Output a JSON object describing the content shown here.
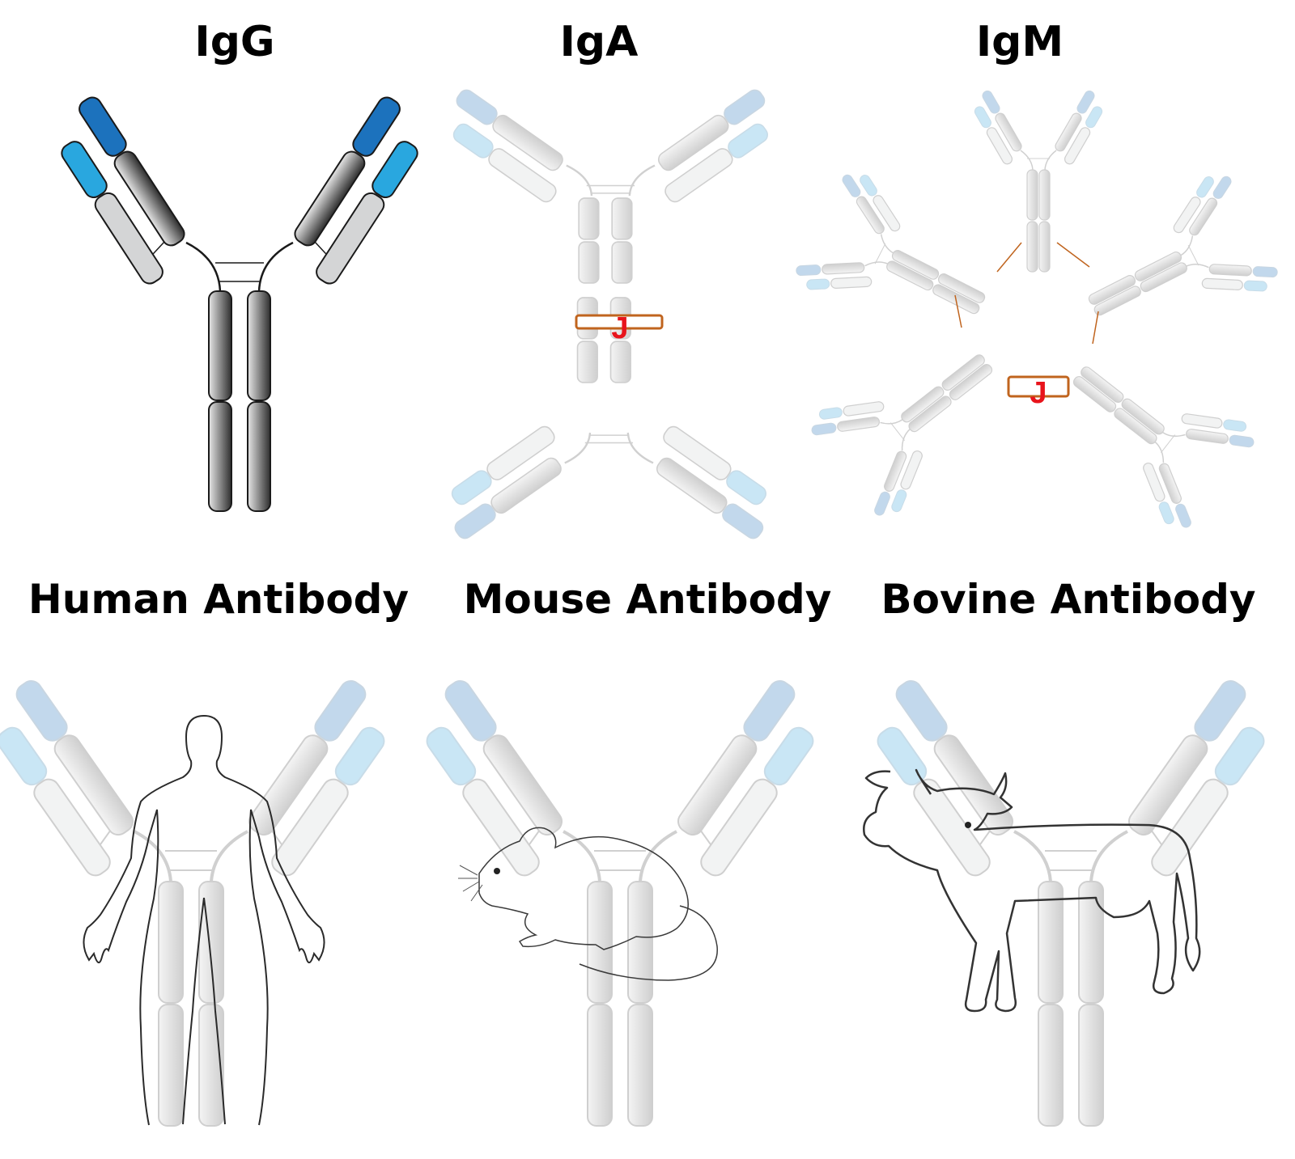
{
  "panels": {
    "igg": {
      "title": "IgG"
    },
    "iga": {
      "title": "IgA",
      "j_chain_label": "J"
    },
    "igm": {
      "title": "IgM",
      "j_chain_label": "J"
    },
    "human": {
      "title": "Human Antibody"
    },
    "mouse": {
      "title": "Mouse Antibody"
    },
    "bovine": {
      "title": "Bovine Antibody"
    }
  },
  "colors": {
    "heavy_variable": "#1c72bd",
    "light_variable": "#29a7df",
    "heavy_constant_dark": "#3a3a3a",
    "light_constant": "#d4d5d6",
    "faded_blue_light": "#c9e6f5",
    "faded_blue_dark": "#c2d8ec",
    "faded_grey": "#e8e8e8",
    "j_chain_box": "#c0641e",
    "j_chain_text": "#e8141c",
    "outline": "#1a1a1a"
  }
}
